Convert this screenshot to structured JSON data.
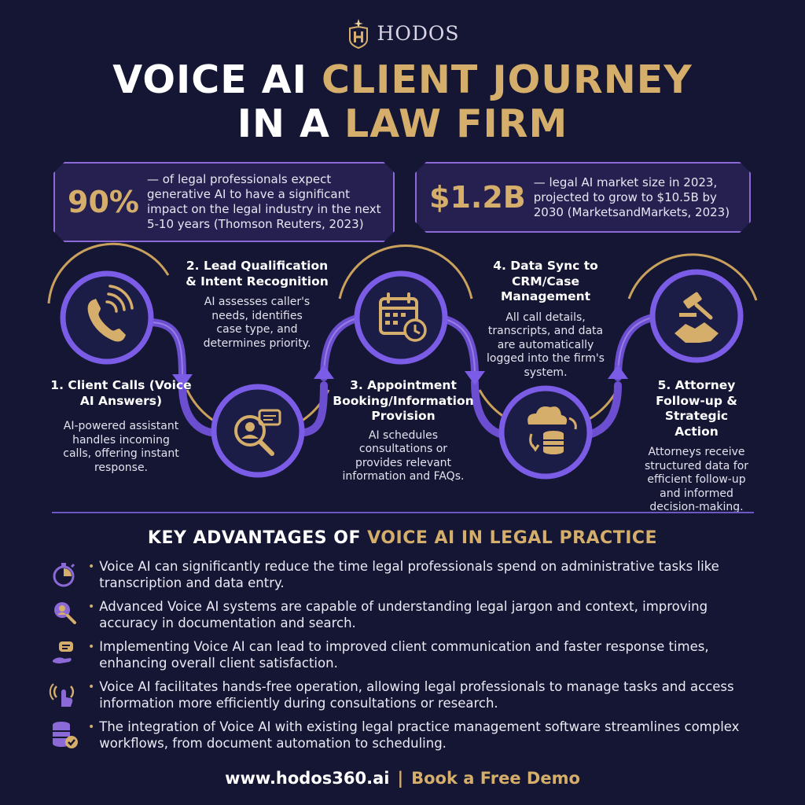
{
  "brand": {
    "name": "HODOS",
    "logo_icon": "shield-h-logo"
  },
  "title": {
    "line1_white": "VOICE AI",
    "line1_gold": "CLIENT JOURNEY",
    "line2_white": "IN A",
    "line2_gold": "LAW FIRM"
  },
  "stats": [
    {
      "figure": "90%",
      "text": "— of legal professionals expect generative AI to have a significant impact on the legal industry in the next 5-10 years (Thomson Reuters, 2023)"
    },
    {
      "figure": "$1.2B",
      "text": "— legal AI market size in 2023, projected to grow to $10.5B by 2030 (MarketsandMarkets, 2023)"
    }
  ],
  "steps": [
    {
      "title": "1. Client Calls (Voice AI Answers)",
      "desc": "AI-powered assistant handles incoming calls, offering instant response.",
      "icon": "phone-icon"
    },
    {
      "title": "2. Lead Qualification & Intent Recognition",
      "desc": "AI assesses caller's needs, identifies case type, and determines priority.",
      "icon": "magnifier-chat-icon"
    },
    {
      "title": "3. Appointment Booking/Information Provision",
      "desc": "AI schedules consultations or provides relevant information and FAQs.",
      "icon": "calendar-clock-icon"
    },
    {
      "title": "4. Data Sync to CRM/Case Management",
      "desc": "All call details, transcripts, and data are automatically logged into the firm's system.",
      "icon": "cloud-sync-icon"
    },
    {
      "title": "5. Attorney Follow-up & Strategic Action",
      "desc": "Attorneys receive structured data for efficient follow-up and informed decision-making.",
      "icon": "gavel-handshake-icon"
    }
  ],
  "advantages": {
    "head_white": "KEY ADVANTAGES OF",
    "head_gold": "VOICE AI IN LEGAL PRACTICE",
    "items": [
      {
        "text": "Voice AI can significantly reduce the time legal professionals spend on administrative tasks like transcription and data entry.",
        "icon": "stopwatch-icon"
      },
      {
        "text": "Advanced Voice AI systems are capable of understanding legal jargon and context, improving accuracy in documentation and search.",
        "icon": "search-person-icon"
      },
      {
        "text": "Implementing Voice AI can lead to improved client communication and faster response times, enhancing overall client satisfaction.",
        "icon": "chat-hand-icon"
      },
      {
        "text": "Voice AI facilitates hands-free operation, allowing legal professionals to manage tasks and access information more efficiently during consultations or research.",
        "icon": "hand-wave-icon"
      },
      {
        "text": "The integration of Voice AI with existing legal practice management software streamlines complex workflows, from document automation to scheduling.",
        "icon": "database-check-icon"
      }
    ]
  },
  "footer": {
    "url": "www.hodos360.ai",
    "separator": "|",
    "cta": "Book a Free Demo"
  },
  "colors": {
    "background": "#141633",
    "gold": "#d4ae6a",
    "purple": "#8b6ad8",
    "deep_purple": "#5b3fc4"
  }
}
